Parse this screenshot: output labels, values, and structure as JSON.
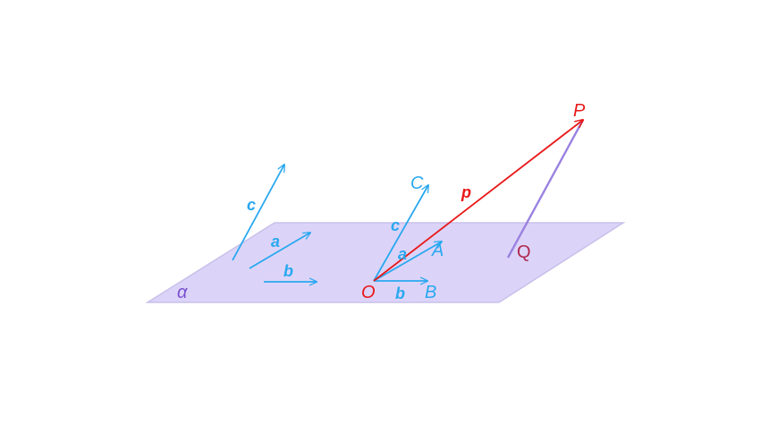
{
  "colors": {
    "vector_blue": "#29a8f0",
    "vector_red": "#e81818",
    "segment_purple": "#9a82e0",
    "plane_fill": "#dcd4f8",
    "plane_edge": "#c8c0ea",
    "alpha_label": "#7a4fd0",
    "q_label": "#b02850"
  },
  "labels": {
    "alpha": "α",
    "free_c": "c",
    "free_a": "a",
    "free_b": "b",
    "origin": "O",
    "vec_a": "a",
    "vec_b": "b",
    "vec_c": "c",
    "vec_p": "p",
    "point_A": "A",
    "point_B": "B",
    "point_C": "C",
    "point_P": "P",
    "point_Q": "Q"
  }
}
